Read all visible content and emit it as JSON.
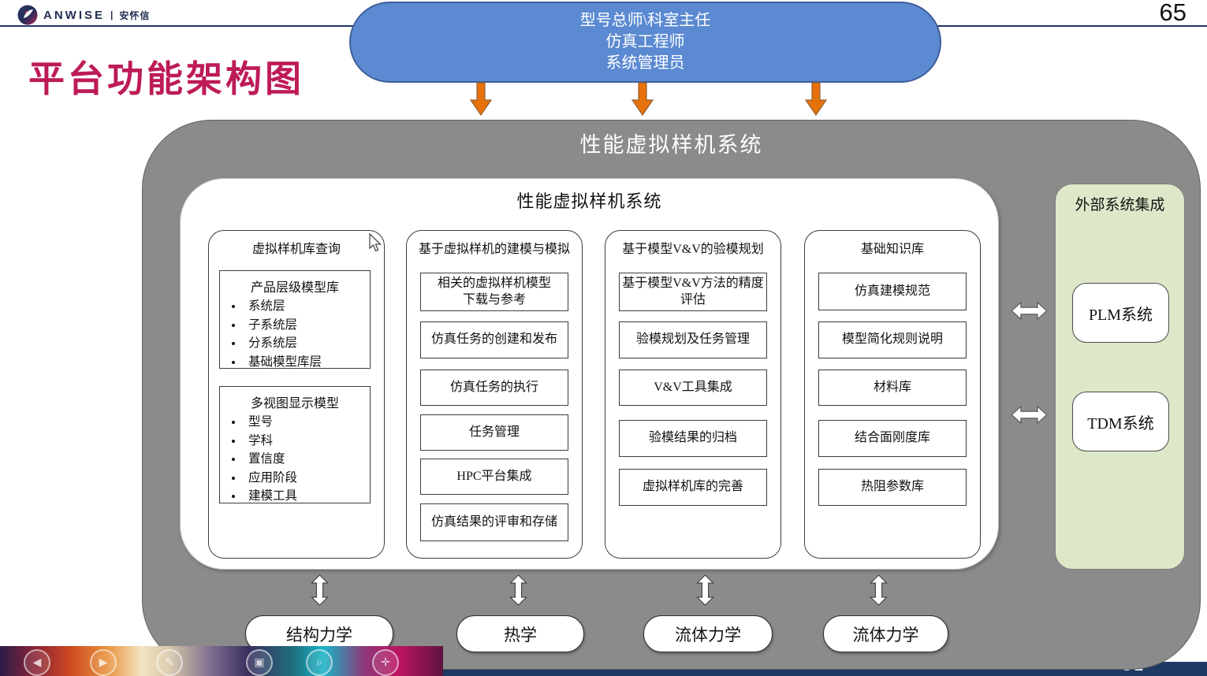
{
  "page_number": "65",
  "logo": {
    "brand": "ANWISE",
    "separator": "|",
    "brand_cn": "安怀信"
  },
  "slide_title": "平台功能架构图",
  "roles_capsule": {
    "lines": [
      "型号总师\\科室主任",
      "仿真工程师",
      "系统管理员"
    ]
  },
  "outer_panel_title": "性能虚拟样机系统",
  "inner_panel_title": "性能虚拟样机系统",
  "columns": [
    {
      "title": "虚拟样机库查询",
      "groups": [
        {
          "heading": "产品层级模型库",
          "items": [
            "系统层",
            "子系统层",
            "分系统层",
            "基础模型库层"
          ]
        },
        {
          "heading": "多视图显示模型",
          "items": [
            "型号",
            "学科",
            "置信度",
            "应用阶段",
            "建模工具"
          ]
        }
      ]
    },
    {
      "title": "基于虚拟样机的建模与模拟",
      "boxes": [
        "相关的虚拟样机模型\n下载与参考",
        "仿真任务的创建和发布",
        "仿真任务的执行",
        "任务管理",
        "HPC平台集成",
        "仿真结果的评审和存储"
      ]
    },
    {
      "title": "基于模型V&V的验模规划",
      "boxes": [
        "基于模型V&V方法的精度\n评估",
        "验模规划及任务管理",
        "V&V工具集成",
        "验模结果的归档",
        "虚拟样机库的完善"
      ]
    },
    {
      "title": "基础知识库",
      "boxes": [
        "仿真建模规范",
        "模型简化规则说明",
        "材料库",
        "结合面刚度库",
        "热阻参数库"
      ]
    }
  ],
  "external_systems": {
    "title": "外部系统集成",
    "systems": [
      "PLM系统",
      "TDM系统"
    ]
  },
  "disciplines": [
    "结构力学",
    "热学",
    "流体力学",
    "流体力学"
  ],
  "footer": {
    "partial_text": "GE"
  },
  "viewer_controls": {
    "glyphs": {
      "prev": "◀",
      "next": "▶",
      "pen": "✎",
      "camera": "▣",
      "zoom": "⌕",
      "pan": "✛"
    }
  },
  "colors": {
    "title_accent": "#bd1b58",
    "roles_capsule_fill": "#5b8ad2",
    "roles_capsule_border": "#3e5e9a",
    "orange_arrow": "#e7720b",
    "outer_panel_gray": "#8b8b8b",
    "external_panel_green": "#dde8c8",
    "navy": "#1f3864"
  }
}
